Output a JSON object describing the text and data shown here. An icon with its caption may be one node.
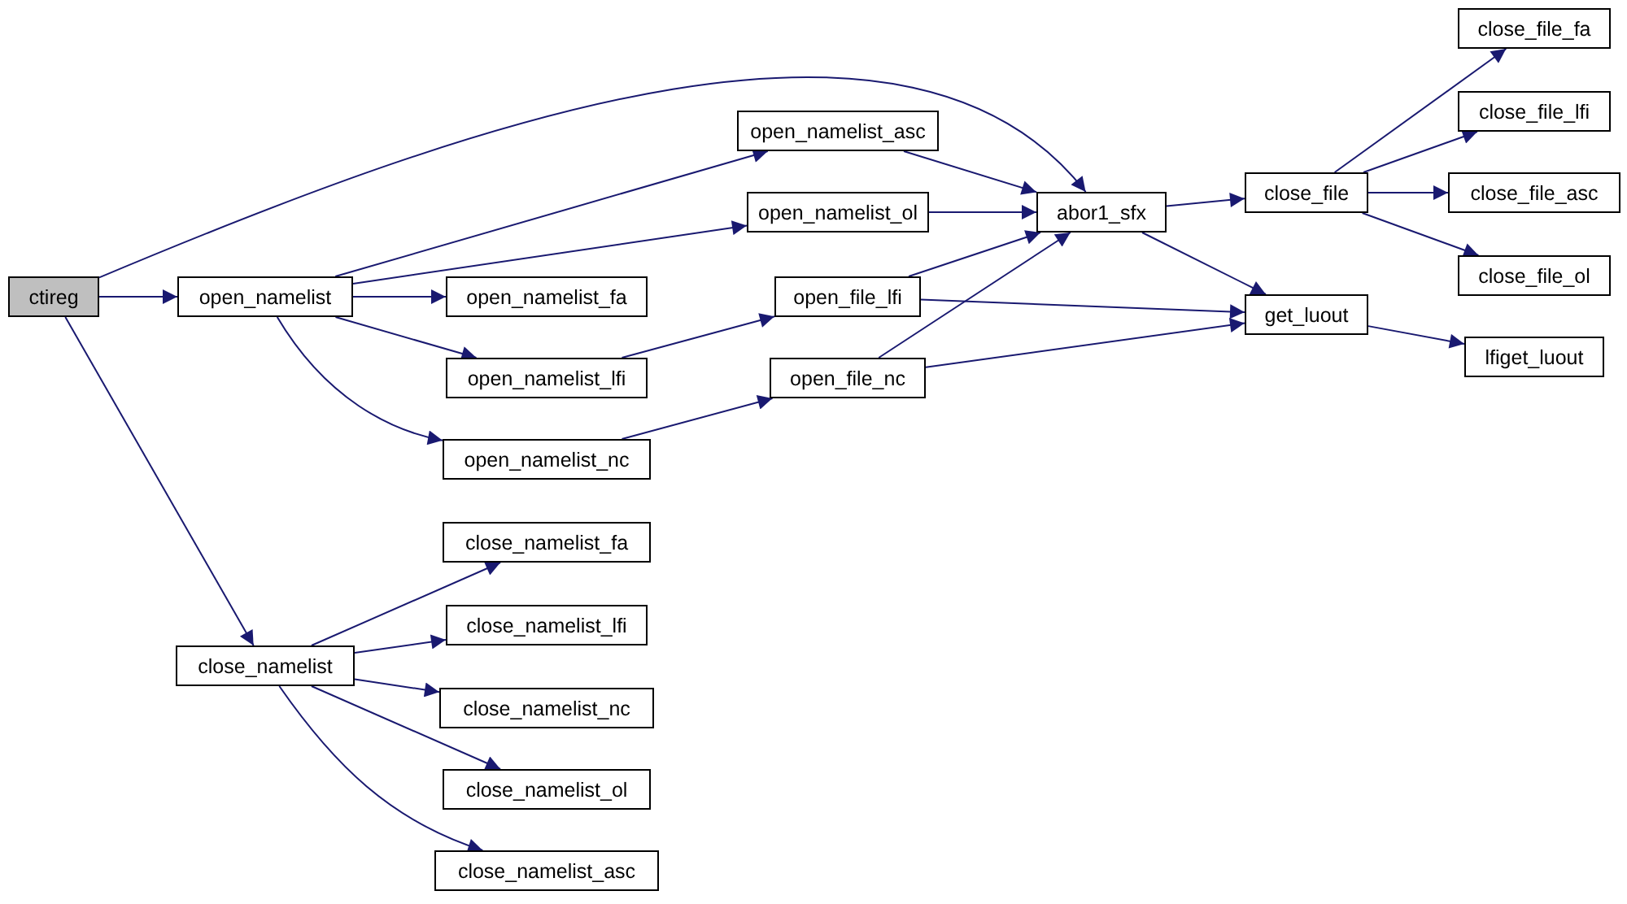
{
  "diagram": {
    "nodes": [
      {
        "text": [
          "ctireg"
        ]
      },
      {
        "text": [
          "open_namelist"
        ]
      },
      {
        "text": [
          "open_namelist_asc"
        ]
      },
      {
        "text": [
          "open_namelist_ol"
        ]
      },
      {
        "text": [
          "open_namelist_fa"
        ]
      },
      {
        "text": [
          "open_namelist_lfi"
        ]
      },
      {
        "text": [
          "open_namelist_nc"
        ]
      },
      {
        "text": [
          "abor1_sfx"
        ]
      },
      {
        "text": [
          "open_file_lfi"
        ]
      },
      {
        "text": [
          "open_file_nc"
        ]
      },
      {
        "text": [
          "close_file"
        ]
      },
      {
        "text": [
          "get_luout"
        ]
      },
      {
        "text": [
          "close_file_fa"
        ]
      },
      {
        "text": [
          "close_file_lfi"
        ]
      },
      {
        "text": [
          "close_file_asc"
        ]
      },
      {
        "text": [
          "close_file_ol"
        ]
      },
      {
        "text": [
          "lfiget_luout"
        ]
      },
      {
        "text": [
          "close_namelist"
        ]
      },
      {
        "text": [
          "close_namelist_fa"
        ]
      },
      {
        "text": [
          "close_namelist_lfi"
        ]
      },
      {
        "text": [
          "close_namelist_nc"
        ]
      },
      {
        "text": [
          "close_namelist_ol"
        ]
      },
      {
        "text": [
          "close_namelist_asc"
        ]
      }
    ],
    "edges": [
      {
        "from": 0,
        "to": 1,
        "arrow": "to"
      },
      {
        "from": 0,
        "to": 7,
        "arrow": "to"
      },
      {
        "from": 0,
        "to": 17,
        "arrow": "to"
      },
      {
        "from": 1,
        "to": 2,
        "arrow": "to"
      },
      {
        "from": 1,
        "to": 3,
        "arrow": "to"
      },
      {
        "from": 1,
        "to": 4,
        "arrow": "to"
      },
      {
        "from": 1,
        "to": 5,
        "arrow": "to"
      },
      {
        "from": 1,
        "to": 6,
        "arrow": "to"
      },
      {
        "from": 2,
        "to": 7,
        "arrow": "to"
      },
      {
        "from": 3,
        "to": 7,
        "arrow": "to"
      },
      {
        "from": 5,
        "to": 8,
        "arrow": "to"
      },
      {
        "from": 6,
        "to": 9,
        "arrow": "to"
      },
      {
        "from": 8,
        "to": 7,
        "arrow": "to"
      },
      {
        "from": 8,
        "to": 11,
        "arrow": "to"
      },
      {
        "from": 9,
        "to": 7,
        "arrow": "to"
      },
      {
        "from": 9,
        "to": 11,
        "arrow": "to"
      },
      {
        "from": 7,
        "to": 10,
        "arrow": "to"
      },
      {
        "from": 7,
        "to": 11,
        "arrow": "to"
      },
      {
        "from": 10,
        "to": 12,
        "arrow": "to"
      },
      {
        "from": 10,
        "to": 13,
        "arrow": "to"
      },
      {
        "from": 10,
        "to": 14,
        "arrow": "to"
      },
      {
        "from": 10,
        "to": 15,
        "arrow": "to"
      },
      {
        "from": 11,
        "to": 16,
        "arrow": "to"
      },
      {
        "from": 17,
        "to": 18,
        "arrow": "to"
      },
      {
        "from": 17,
        "to": 19,
        "arrow": "to"
      },
      {
        "from": 17,
        "to": 20,
        "arrow": "to"
      },
      {
        "from": 17,
        "to": 21,
        "arrow": "to"
      },
      {
        "from": 17,
        "to": 22,
        "arrow": "to"
      }
    ]
  }
}
